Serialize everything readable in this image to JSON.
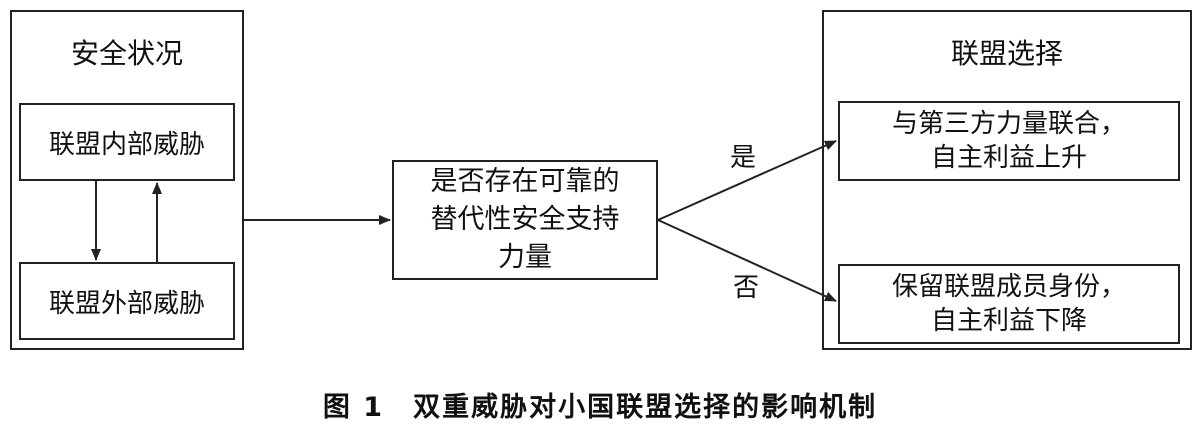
{
  "diagram": {
    "left_panel": {
      "title": "安全状况",
      "internal": "联盟内部威胁",
      "external": "联盟外部威胁"
    },
    "question": {
      "lines": [
        "是否存在可靠的",
        "替代性安全支持",
        "力量"
      ]
    },
    "branches": {
      "yes_label": "是",
      "no_label": "否"
    },
    "right_panel": {
      "title": "联盟选择",
      "yes_outcome": [
        "与第三方力量联合，",
        "自主利益上升"
      ],
      "no_outcome": [
        "保留联盟成员身份，",
        "自主利益下降"
      ]
    },
    "caption": "图 1　双重威胁对小国联盟选择的影响机制"
  }
}
